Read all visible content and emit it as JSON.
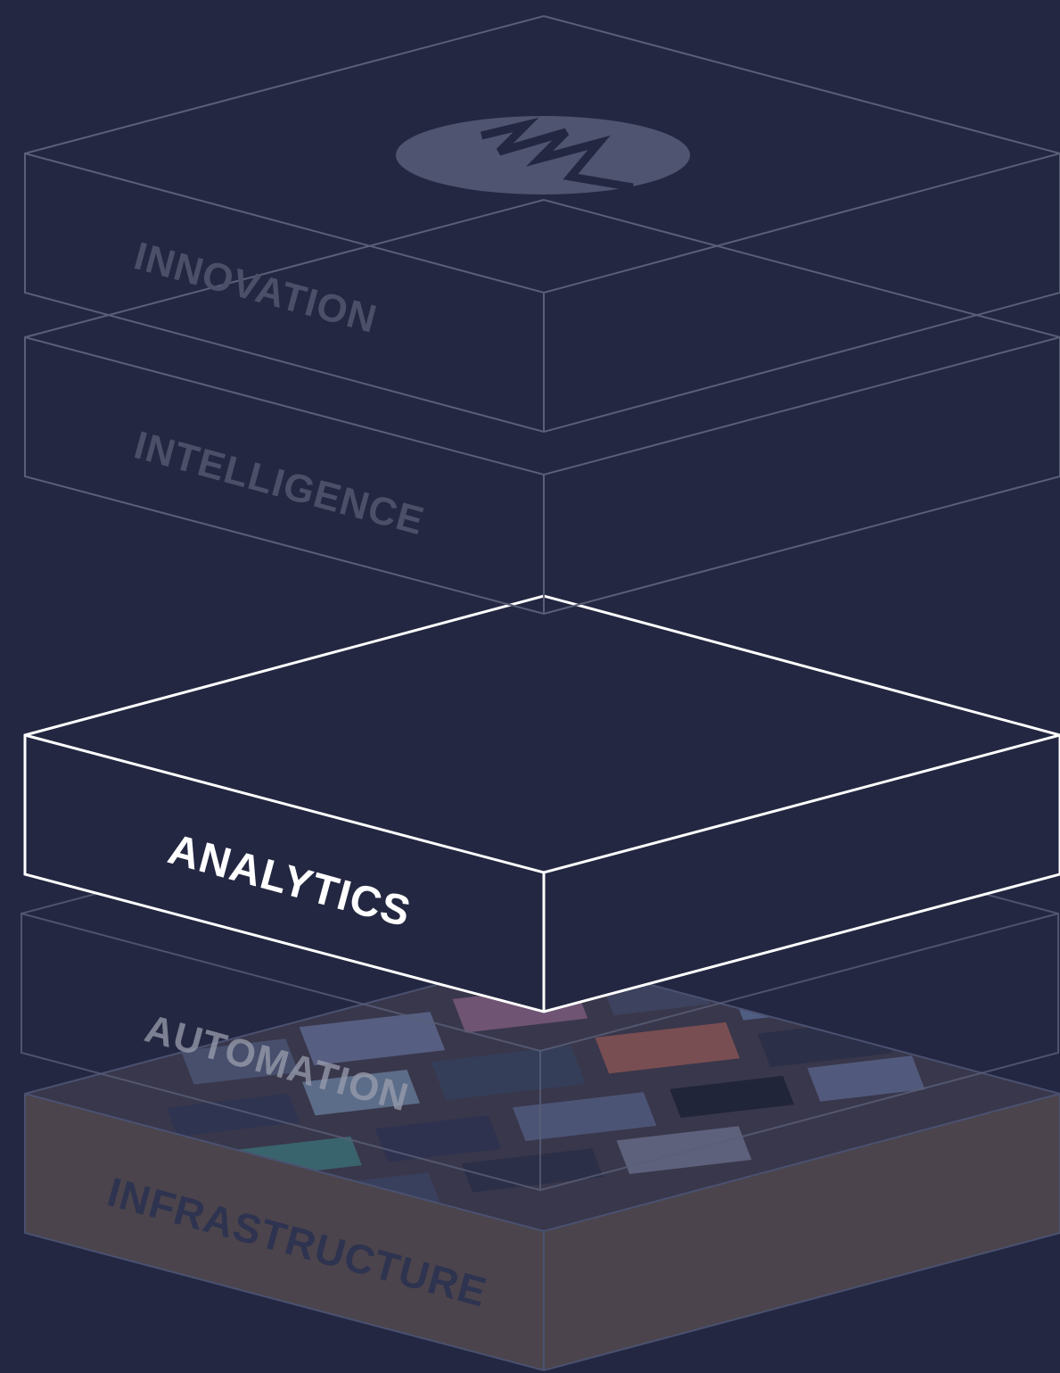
{
  "diagram": {
    "logo_icon": "zigzag-wave-icon",
    "layers": [
      {
        "id": "innovation",
        "label": "INNOVATION",
        "state": "faded"
      },
      {
        "id": "intelligence",
        "label": "INTELLIGENCE",
        "state": "faded"
      },
      {
        "id": "analytics",
        "label": "ANALYTICS",
        "state": "active"
      },
      {
        "id": "automation",
        "label": "AUTOMATION",
        "state": "faded"
      },
      {
        "id": "infrastructure",
        "label": "INFRASTRUCTURE",
        "state": "filled"
      }
    ],
    "colors": {
      "background": "#232741",
      "faded_stroke": "#5a5f78",
      "active_stroke": "#ffffff",
      "faded_text": "#4b5068",
      "active_text": "#ffffff",
      "infrastructure_fill": "#524a4f",
      "infrastructure_text": "#2e3350",
      "logo_disc": "#4f5470",
      "logo_mark": "#232741"
    }
  }
}
